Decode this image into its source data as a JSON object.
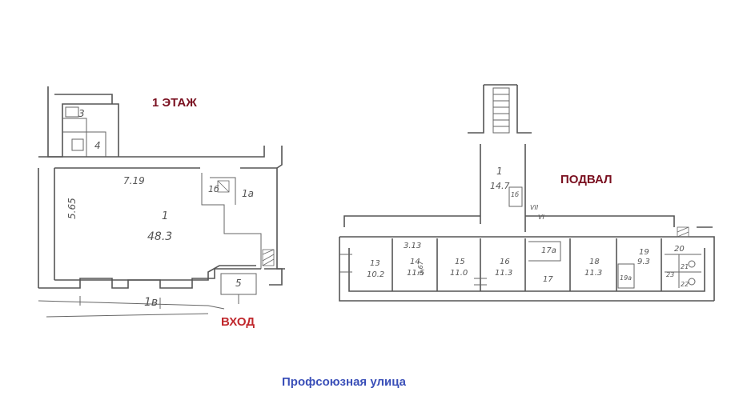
{
  "labels": {
    "floor1": "1 ЭТАЖ",
    "basement": "ПОДВАЛ",
    "entrance": "ВХОД",
    "street": "Профсоюзная улица"
  },
  "colors": {
    "floor_label": "#7a1020",
    "entrance_label": "#c0282d",
    "street_label": "#3a4fb8",
    "wall": "#555555"
  },
  "floor1": {
    "dim_width": "7.19",
    "dim_height": "5.65",
    "main_room_no": "1",
    "main_room_area": "48.3",
    "room_1a": "1a",
    "room_1b": "1б",
    "room_1v": "1в",
    "room_3": "3",
    "room_4": "4",
    "room_5": "5"
  },
  "basement": {
    "top_room_no": "1",
    "top_room_area": "14.7",
    "top_room_sub": "1б",
    "marker_vii": "VII",
    "marker_vi": "VI",
    "dim_313": "3.13",
    "dim_367": "3.67",
    "rooms": [
      {
        "no": "13",
        "area": "10.2"
      },
      {
        "no": "14",
        "area": "11.5"
      },
      {
        "no": "15",
        "area": "11.0"
      },
      {
        "no": "16",
        "area": "11.3"
      },
      {
        "no": "17a",
        "area": ""
      },
      {
        "no": "17",
        "area": ""
      },
      {
        "no": "18",
        "area": "11.3"
      },
      {
        "no": "19",
        "area": "9.3"
      },
      {
        "no": "19a",
        "area": ""
      },
      {
        "no": "20",
        "area": ""
      },
      {
        "no": "21",
        "area": ""
      },
      {
        "no": "22",
        "area": ""
      },
      {
        "no": "23",
        "area": ""
      }
    ]
  }
}
